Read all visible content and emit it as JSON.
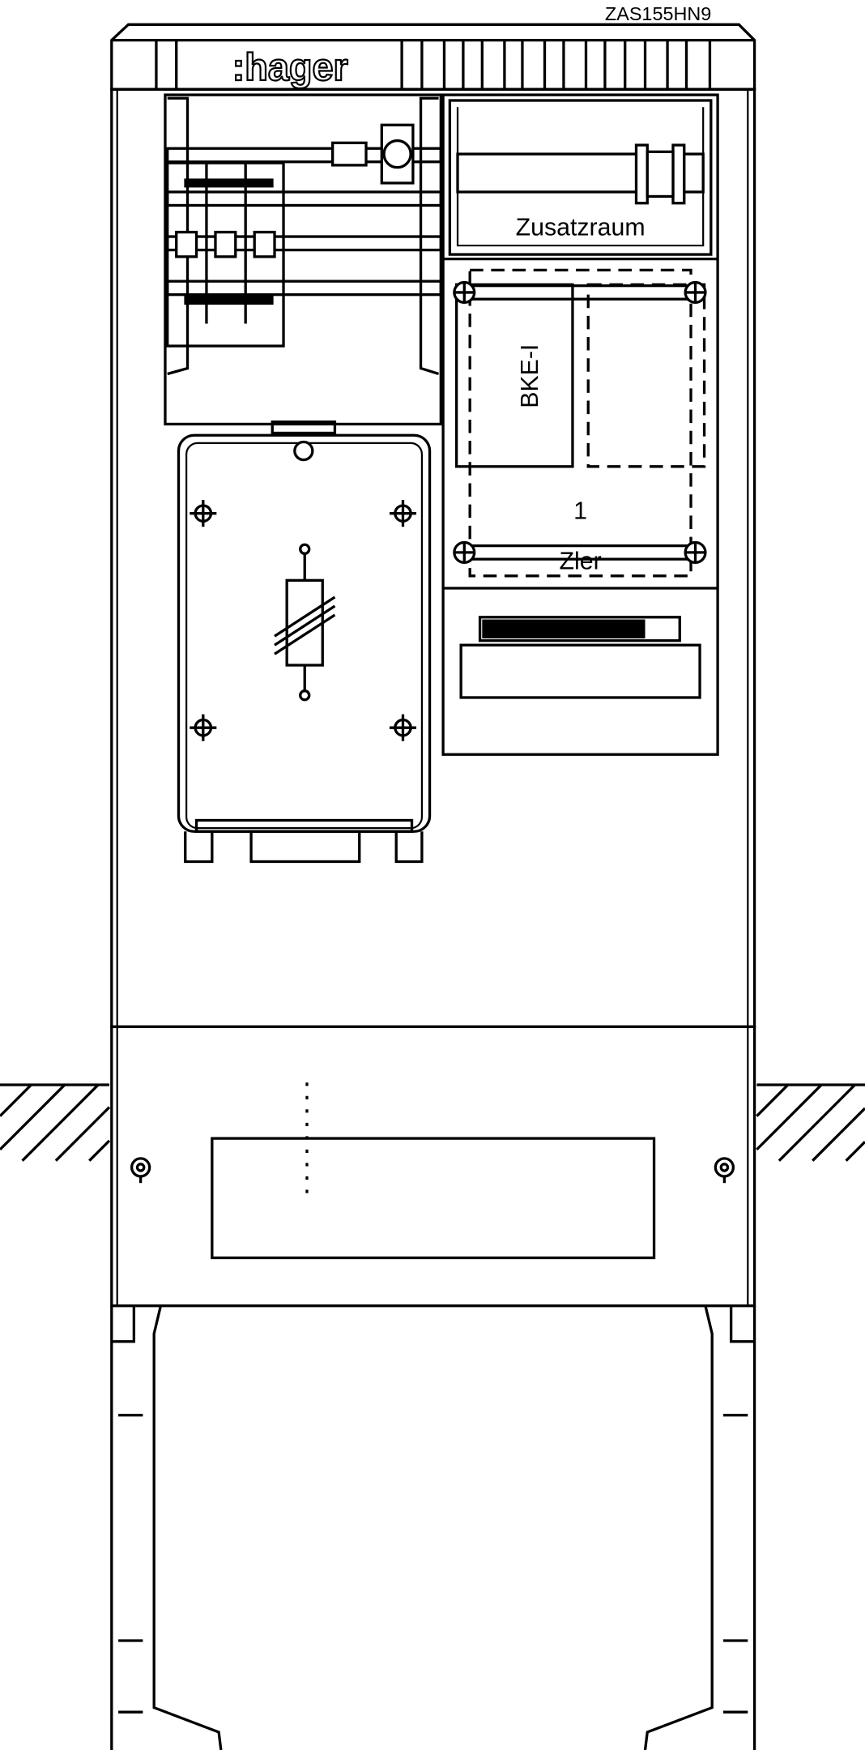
{
  "model_number": "ZAS155HN9",
  "brand_logo": ":hager",
  "labels": {
    "zusatzraum": "Zusatzraum",
    "bke": "BKE-I",
    "meter_slot_number": "1",
    "meter_label": "Zler"
  },
  "colors": {
    "line": "#000000",
    "background": "#ffffff"
  }
}
